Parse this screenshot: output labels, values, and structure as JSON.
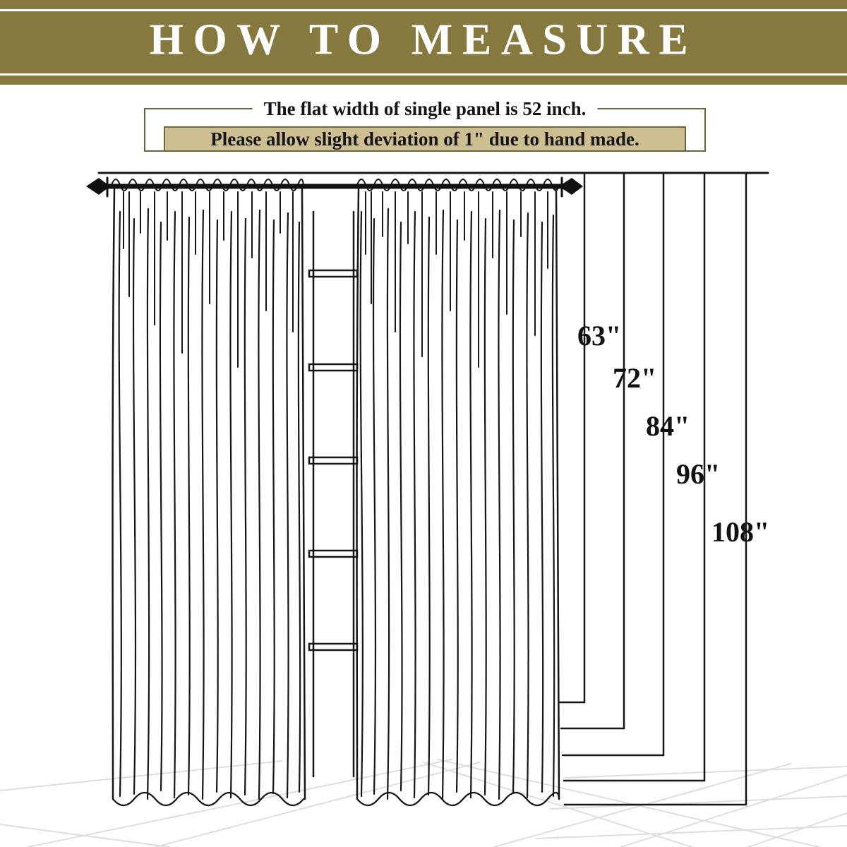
{
  "banner": {
    "title": "HOW TO MEASURE"
  },
  "notes": {
    "width_note": "The flat width of single panel is 52 inch.",
    "deviation_note": "Please allow slight deviation of 1\" due to hand made."
  },
  "measurements": {
    "labels": [
      "63\"",
      "72\"",
      "84\"",
      "96\"",
      "108\""
    ]
  },
  "colors": {
    "banner_bg": "#85793f",
    "note_bg": "#cdbf92",
    "border": "#6e6236",
    "ink": "#161616"
  }
}
